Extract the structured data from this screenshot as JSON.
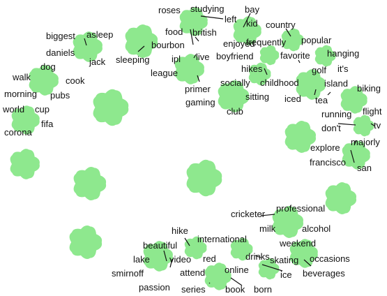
{
  "colors": {
    "blob": "#8ee88e",
    "leader": "#111111",
    "text": "#111111",
    "background": "#ffffff"
  },
  "clusters": [
    {
      "id": "c-roses",
      "words": [
        {
          "text": "roses"
        },
        {
          "text": "studying"
        },
        {
          "text": "left"
        },
        {
          "text": "food"
        },
        {
          "text": "british"
        },
        {
          "text": "bourbon"
        }
      ]
    },
    {
      "id": "c-bay",
      "words": [
        {
          "text": "bay"
        },
        {
          "text": "kid"
        },
        {
          "text": "enjoyed"
        }
      ]
    },
    {
      "id": "c-country",
      "words": [
        {
          "text": "country"
        },
        {
          "text": "frequently"
        },
        {
          "text": "popular"
        }
      ]
    },
    {
      "id": "c-biggest",
      "words": [
        {
          "text": "biggest"
        },
        {
          "text": "asleep"
        },
        {
          "text": "daniels"
        },
        {
          "text": "jack"
        }
      ]
    },
    {
      "id": "c-sleeping",
      "words": [
        {
          "text": "sleeping"
        }
      ]
    },
    {
      "id": "c-ipl",
      "words": [
        {
          "text": "ipl"
        },
        {
          "text": "live"
        },
        {
          "text": "league"
        },
        {
          "text": "primer"
        }
      ]
    },
    {
      "id": "c-boyfriend",
      "words": [
        {
          "text": "boyfriend"
        },
        {
          "text": "favorite"
        }
      ]
    },
    {
      "id": "c-hanging",
      "words": [
        {
          "text": "hanging"
        },
        {
          "text": "golf"
        },
        {
          "text": "it's"
        }
      ]
    },
    {
      "id": "c-walk",
      "words": [
        {
          "text": "walk"
        },
        {
          "text": "dog"
        },
        {
          "text": "cook"
        },
        {
          "text": "morning"
        },
        {
          "text": "pubs"
        }
      ]
    },
    {
      "id": "c-hikes",
      "words": [
        {
          "text": "hikes"
        },
        {
          "text": "childhood"
        }
      ]
    },
    {
      "id": "c-island",
      "words": [
        {
          "text": "island"
        },
        {
          "text": "iced"
        },
        {
          "text": "tea"
        }
      ]
    },
    {
      "id": "c-socially",
      "words": [
        {
          "text": "socially"
        },
        {
          "text": "sitting"
        },
        {
          "text": "gaming"
        },
        {
          "text": "club"
        }
      ]
    },
    {
      "id": "c-biking",
      "words": [
        {
          "text": "biking"
        },
        {
          "text": "running"
        },
        {
          "text": "flight"
        }
      ]
    },
    {
      "id": "c-world",
      "words": [
        {
          "text": "world"
        },
        {
          "text": "cup"
        },
        {
          "text": "fifa"
        },
        {
          "text": "corona"
        }
      ]
    },
    {
      "id": "c-dont",
      "words": [
        {
          "text": "don't"
        },
        {
          "text": "tv"
        }
      ]
    },
    {
      "id": "c-explore",
      "words": [
        {
          "text": "majorly"
        },
        {
          "text": "explore"
        },
        {
          "text": "francisco"
        },
        {
          "text": "san"
        }
      ]
    },
    {
      "id": "c-cricketer",
      "words": [
        {
          "text": "professional"
        },
        {
          "text": "cricketer"
        },
        {
          "text": "milk"
        },
        {
          "text": "alcohol"
        }
      ]
    },
    {
      "id": "c-hike",
      "words": [
        {
          "text": "hike"
        },
        {
          "text": "international"
        }
      ]
    },
    {
      "id": "c-weekend",
      "words": [
        {
          "text": "weekend"
        },
        {
          "text": "occasions"
        },
        {
          "text": "beverages"
        }
      ]
    },
    {
      "id": "c-drinks",
      "words": [
        {
          "text": "drinks"
        }
      ]
    },
    {
      "id": "c-beautiful",
      "words": [
        {
          "text": "beautiful"
        },
        {
          "text": "lake"
        },
        {
          "text": "video"
        },
        {
          "text": "smirnoff"
        },
        {
          "text": "passion"
        }
      ]
    },
    {
      "id": "c-red",
      "words": [
        {
          "text": "red"
        }
      ]
    },
    {
      "id": "c-skating",
      "words": [
        {
          "text": "skating"
        },
        {
          "text": "ice"
        }
      ]
    },
    {
      "id": "c-attend",
      "words": [
        {
          "text": "attend"
        },
        {
          "text": "online"
        },
        {
          "text": "series"
        },
        {
          "text": "book"
        },
        {
          "text": "born"
        }
      ]
    }
  ]
}
